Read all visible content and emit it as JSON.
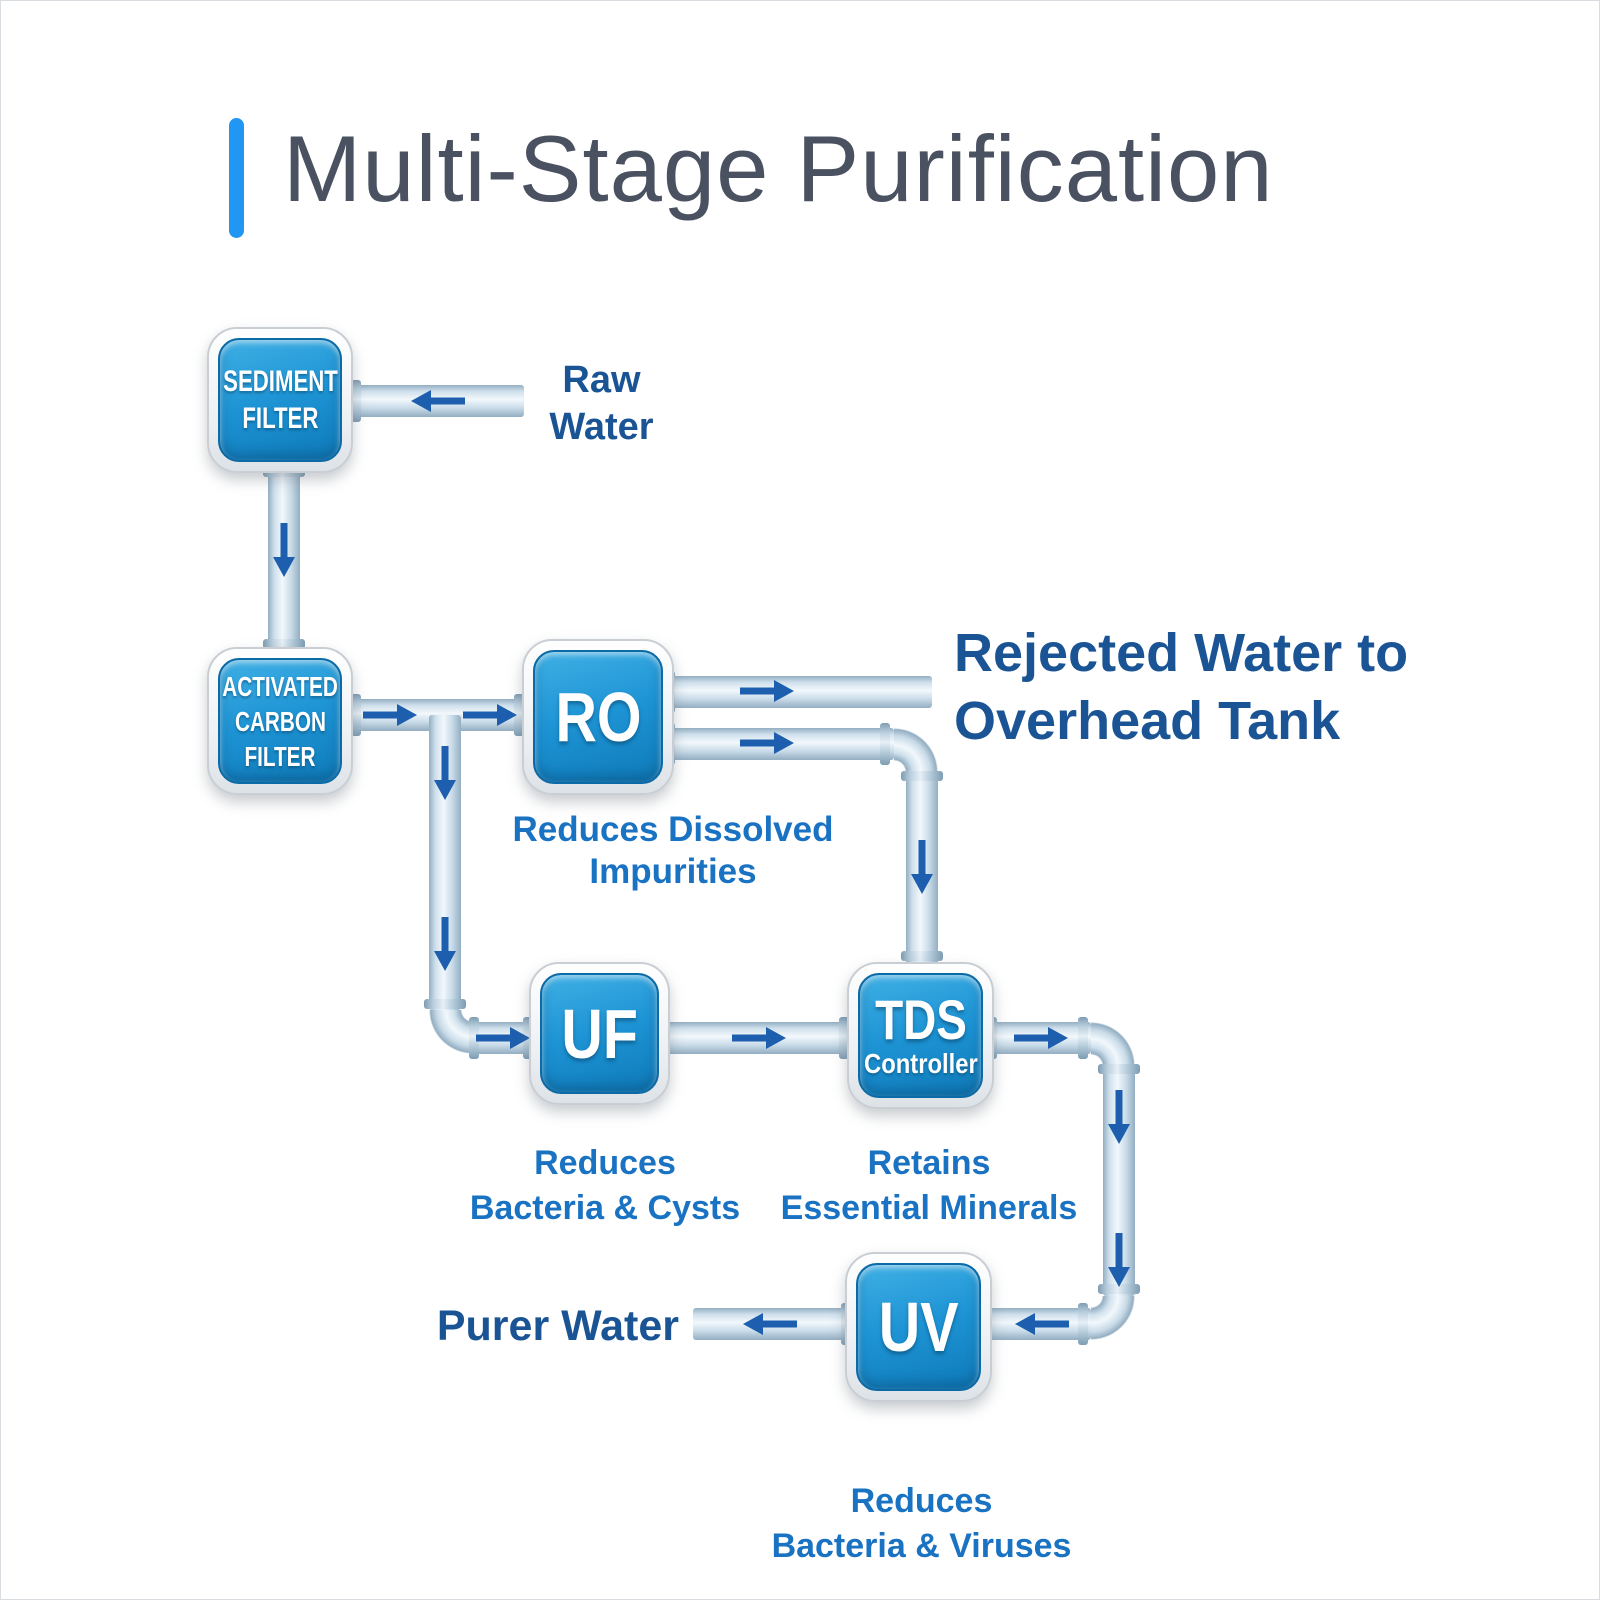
{
  "title": "Multi-Stage Purification",
  "colors": {
    "accent_bar": "#2196f3",
    "title_text": "#4a5160",
    "flow_label": "#1a5494",
    "caption": "#1a72c2",
    "arrow": "#1d5fae",
    "pipe_edge": "#93aec2",
    "pipe_highlight": "#f2f8fc",
    "box_blue_light": "#3fb0e5",
    "box_blue": "#1d93d4",
    "box_blue_dark": "#0f7ab8"
  },
  "nodes": {
    "sediment_filter": {
      "lines": [
        "SEDIMENT",
        "FILTER"
      ]
    },
    "activated_carbon_filter": {
      "lines": [
        "ACTIVATED",
        "CARBON",
        "FILTER"
      ]
    },
    "ro": {
      "label": "RO",
      "caption": "Reduces Dissolved Impurities"
    },
    "uf": {
      "label": "UF",
      "caption_lines": [
        "Reduces",
        "Bacteria & Cysts"
      ]
    },
    "tds": {
      "label": "TDS",
      "sublabel": "Controller",
      "caption_lines": [
        "Retains",
        "Essential Minerals"
      ]
    },
    "uv": {
      "label": "UV",
      "caption_lines": [
        "Reduces",
        "Bacteria & Viruses"
      ]
    }
  },
  "flow_labels": {
    "raw_water": [
      "Raw",
      "Water"
    ],
    "rejected_water": [
      "Rejected Water to",
      "Overhead Tank"
    ],
    "purer_water": "Purer Water"
  }
}
